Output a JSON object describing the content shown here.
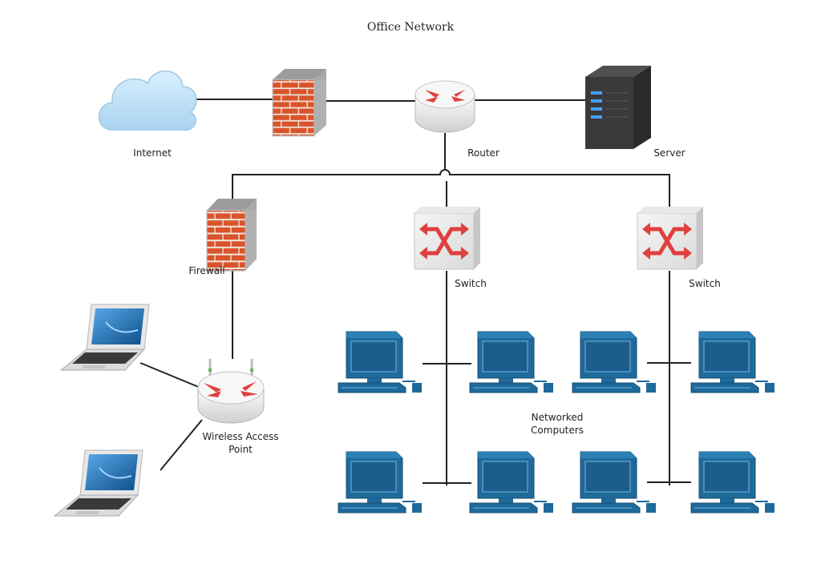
{
  "title": "Office Network",
  "labels": {
    "internet": "Internet",
    "router": "Router",
    "server": "Server",
    "firewall": "Firewall",
    "switch_left": "Switch",
    "switch_right": "Switch",
    "wap_line1": "Wireless Access",
    "wap_line2": "Point",
    "computers_line1": "Networked",
    "computers_line2": "Computers"
  },
  "icons": {
    "cloud": "cloud-icon",
    "firewall": "brick-firewall-icon",
    "router": "router-icon",
    "server": "server-tower-icon",
    "switch": "switch-icon",
    "wireless": "wireless-access-point-icon",
    "laptop": "laptop-icon",
    "desktop": "desktop-computer-icon"
  },
  "colors": {
    "brick": "#d9542b",
    "mortar": "#f2f2f2",
    "router_arrow": "#e0403e",
    "monitor": "#1f6a9a",
    "screen": "#1b5e8e",
    "server": "#333333",
    "server_led": "#3fa0ff",
    "cloud": "#bde0f7",
    "line": "#222222"
  }
}
